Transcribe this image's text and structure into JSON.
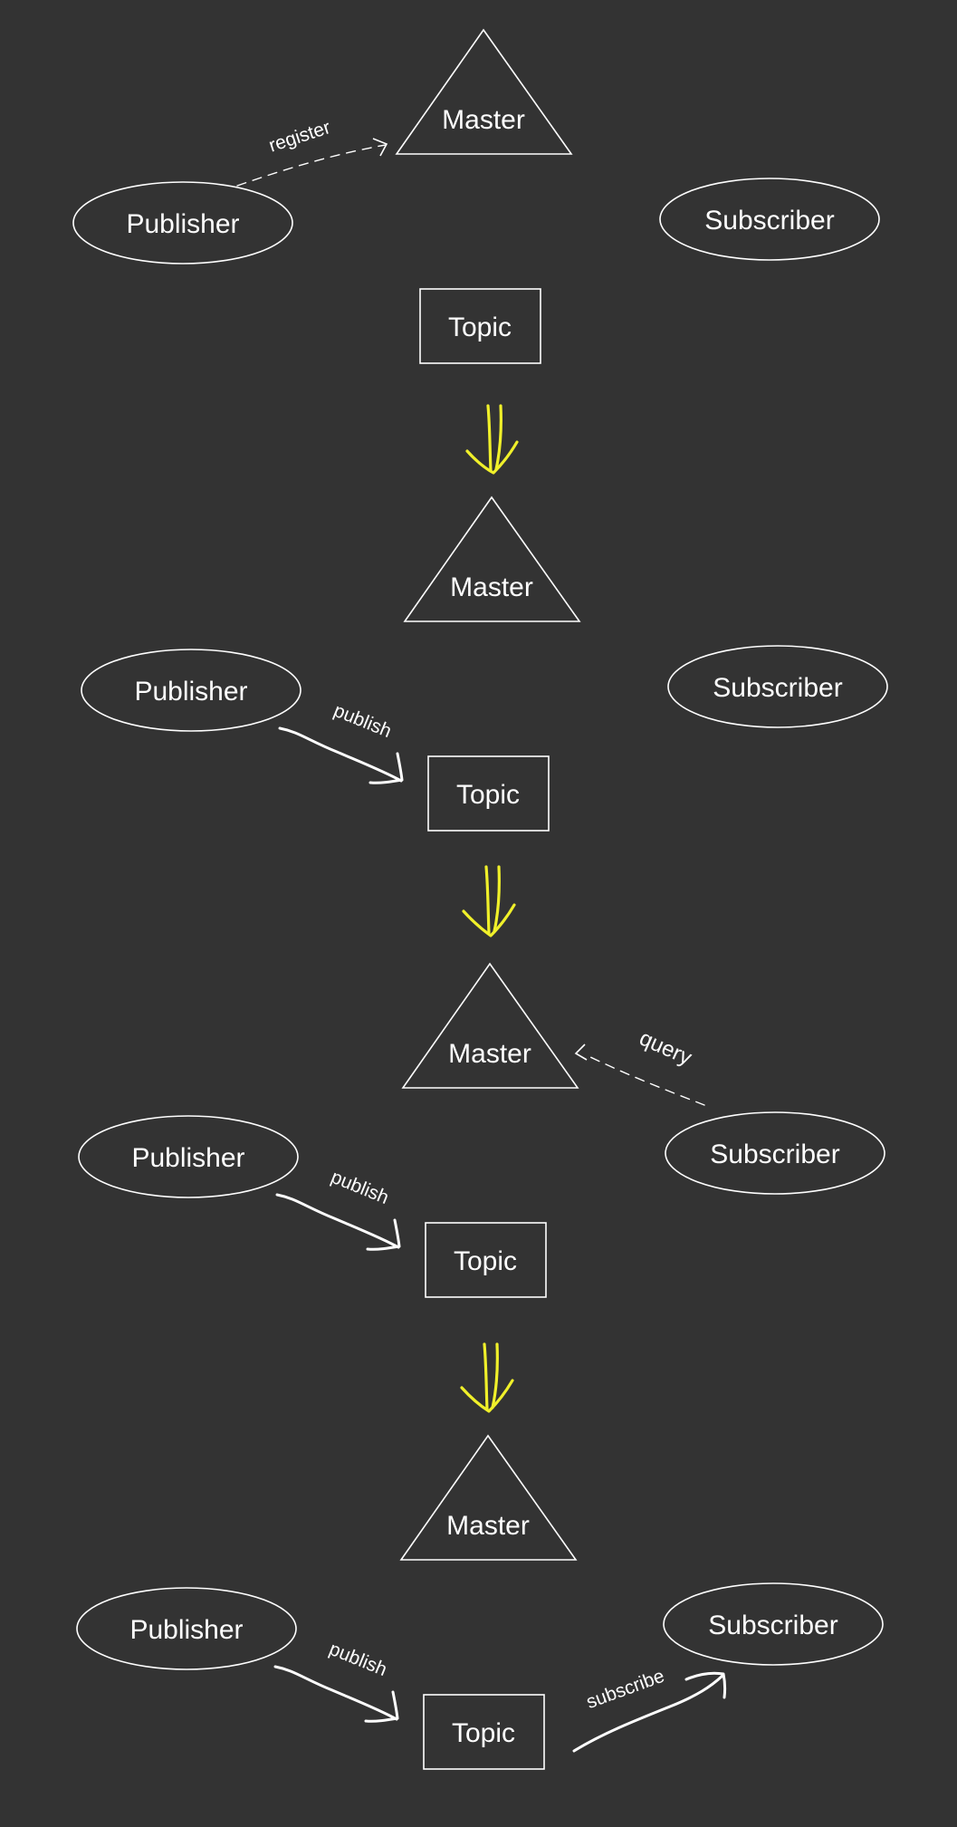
{
  "colors": {
    "background": "#333333",
    "foreground": "#ffffff",
    "transition_arrow": "#f0f02a"
  },
  "panels": [
    {
      "master": "Master",
      "publisher": "Publisher",
      "subscriber": "Subscriber",
      "topic": "Topic",
      "edges": [
        {
          "label": "register"
        }
      ]
    },
    {
      "master": "Master",
      "publisher": "Publisher",
      "subscriber": "Subscriber",
      "topic": "Topic",
      "edges": [
        {
          "label": "publish"
        }
      ]
    },
    {
      "master": "Master",
      "publisher": "Publisher",
      "subscriber": "Subscriber",
      "topic": "Topic",
      "edges": [
        {
          "label": "publish"
        },
        {
          "label": "query"
        }
      ]
    },
    {
      "master": "Master",
      "publisher": "Publisher",
      "subscriber": "Subscriber",
      "topic": "Topic",
      "edges": [
        {
          "label": "publish"
        },
        {
          "label": "subscribe"
        }
      ]
    }
  ]
}
